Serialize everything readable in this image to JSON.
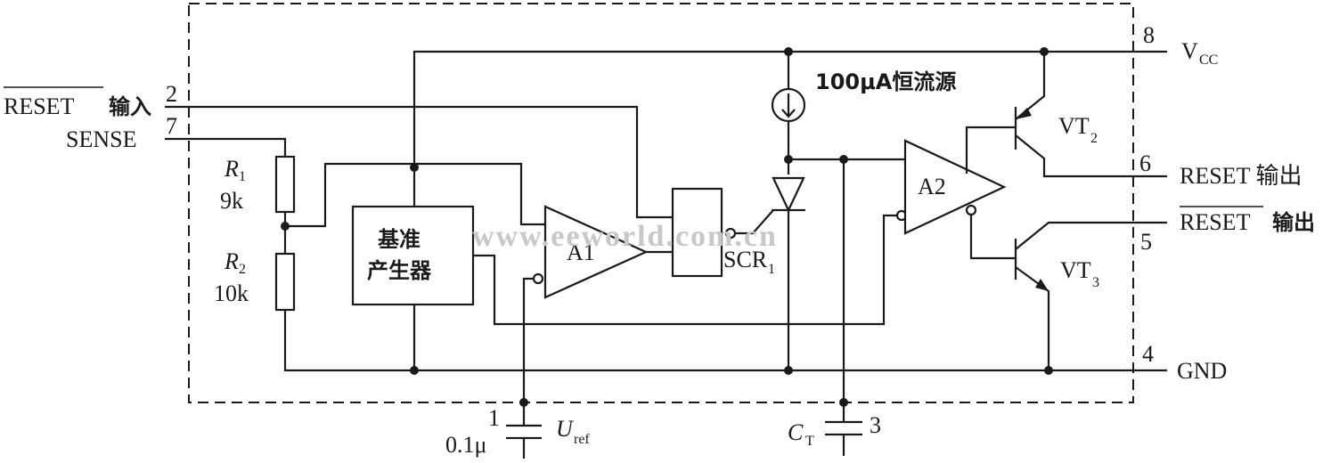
{
  "pins": {
    "p1": "1",
    "p2": "2",
    "p3": "3",
    "p4": "4",
    "p5": "5",
    "p6": "6",
    "p7": "7",
    "p8": "8"
  },
  "signals": {
    "reset_in_name": "RESET",
    "reset_in_suffix": "输入",
    "sense": "SENSE",
    "vcc_main": "V",
    "vcc_sub": "CC",
    "reset_out": "RESET 输出",
    "reset_bar_out_name": "RESET",
    "reset_bar_out_suffix": "输出",
    "gnd": "GND"
  },
  "components": {
    "r1_name": "R",
    "r1_sub": "1",
    "r1_value": "9k",
    "r2_name": "R",
    "r2_sub": "2",
    "r2_value": "10k",
    "ref_gen_line1": "基准",
    "ref_gen_line2": "产生器",
    "a1": "A1",
    "a2": "A2",
    "scr_name": "SCR",
    "scr_sub": "1",
    "current_source": "100μA恒流源",
    "vt2_name": "VT",
    "vt2_sub": "2",
    "vt3_name": "VT",
    "vt3_sub": "3",
    "cap_ref_value": "0.1μ",
    "uref_name": "U",
    "uref_sub": "ref",
    "ct_name": "C",
    "ct_sub": "T"
  },
  "watermark": "www.eeworld.com.cn"
}
